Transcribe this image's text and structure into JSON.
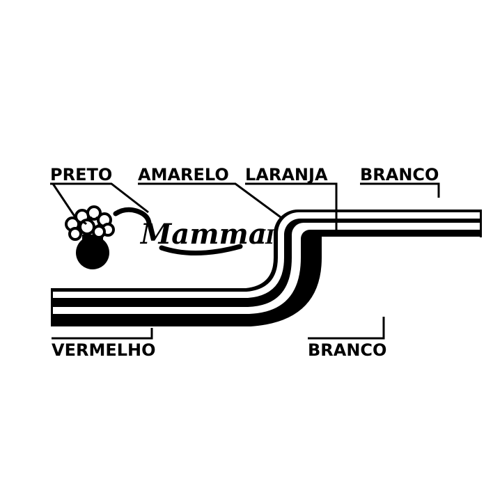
{
  "colors": {
    "ink": "#000000",
    "paper": "#ffffff"
  },
  "labels": {
    "preto": "PRETO",
    "amarelo": "AMARELO",
    "laranja": "LARANJA",
    "branco_top": "BRANCO",
    "vermelho": "VERMELHO",
    "branco_bottom": "BRANCO"
  },
  "logo": {
    "script_text": "Mamma",
    "suffix": "II"
  }
}
